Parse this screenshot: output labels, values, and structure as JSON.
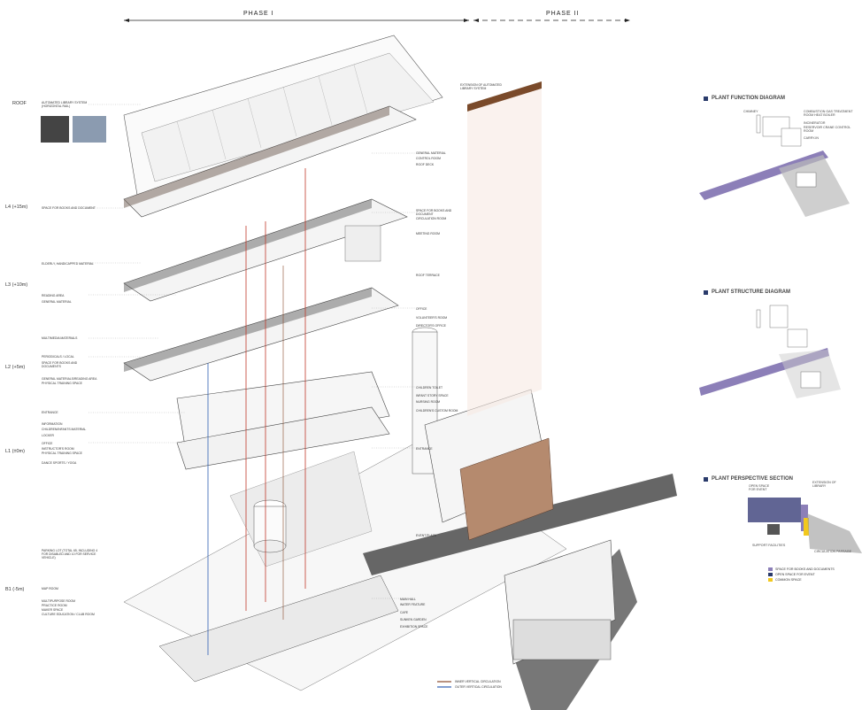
{
  "phases": {
    "phase1": "PHASE I",
    "phase2": "PHASE II"
  },
  "levels": {
    "roof": "ROOF",
    "l4": "L4 (+15m)",
    "l3": "L3 (+10m)",
    "l2": "L2 (+5m)",
    "l1": "L1 (±0m)",
    "b1": "B1 (-5m)"
  },
  "left_labels": [
    "AUTOMATED LIBRARY SYSTEM (HORIZONTAL RAIL)",
    "SPACE FOR BOOKS AND DOCUMENT",
    "ELDERLY, HANDICAPPED MATERIAL",
    "READING AREA",
    "GENERAL MATERIAL",
    "MULTIMEDIA MATERIALS",
    "PERIODICALS / LOCAL",
    "SPACE FOR BOOKS AND DOCUMENTS",
    "GENERAL MATERIALS/READING AREA",
    "PHYSICAL TRAINING SPACE",
    "ENTRANCE",
    "INFORMATION",
    "CHILDREN/INFANTS MATERIAL",
    "LOCKER",
    "OFFICE",
    "INSTRUCTOR'S ROOM",
    "PHYSICAL TRAINING SPACE",
    "DANCE SPORTS / YOGA",
    "PARKING LOT (TOTAL 65, INCLUDING 4 FOR DISABLED AND 10 FOR SERVICE VEHICLE)",
    "MAP ROOM",
    "MULTIPURPOSE ROOM",
    "PRACTICE ROOM",
    "MAKER SPACE",
    "CULTURE EDUCATION / CLUB ROOM"
  ],
  "center_labels": [
    "EXTENSION OF AUTOMATED LIBRARY SYSTEM",
    "GENERAL MATERIAL",
    "CONTROL ROOM",
    "ROOF DECK",
    "SPACE FOR BOOKS AND DOCUMENT",
    "CIRCULATION ROOM",
    "MEETING ROOM",
    "ROOF TERRACE",
    "OFFICE",
    "VOLUNTEER'S ROOM",
    "DIRECTOR'S OFFICE",
    "CHILDREN TOILET",
    "INFANT STORY SPACE",
    "NURSING ROOM",
    "CHILDREN'S CUSTOM ROOM",
    "ENTRANCE",
    "EVENT PLAZA",
    "MAIN HALL",
    "WATER FEATURE",
    "CAFE",
    "SUNKEN GARDEN",
    "EXHIBITION SPACE"
  ],
  "legend_bottom": [
    "INNER VERTICAL CIRCULATION",
    "OUTER VERTICAL CIRCULATION"
  ],
  "side_diagrams": {
    "function": {
      "title": "PLANT FUNCTION DIAGRAM",
      "labels": [
        "CHIMNEY",
        "COMBUSTION GAS TREATMENT ROOM HEAT BOILER",
        "INCINERATOR",
        "RESERVOIR CRANE CONTROL ROOM",
        "CARRY-IN"
      ]
    },
    "structure": {
      "title": "PLANT STRUCTURE DIAGRAM"
    },
    "section": {
      "title": "PLANT PERSPECTIVE SECTION",
      "labels": [
        "OPEN SPACE FOR EVENT",
        "EXTENSION OF LIBRARY",
        "SUPPORT FACILITIES",
        "CIRCULATION PASSAGE"
      ],
      "legend": [
        "SPACE FOR BOOKS AND DOCUMENTS",
        "OPEN SPACE FOR EVENT",
        "COMMON SPACE"
      ]
    }
  },
  "colors": {
    "purple": "#8c7fb8",
    "navy": "#2a3b6b",
    "yellow": "#f2c81d",
    "red": "#c0392b",
    "blue": "#2f5fb3",
    "rust": "#8a4a2a"
  }
}
